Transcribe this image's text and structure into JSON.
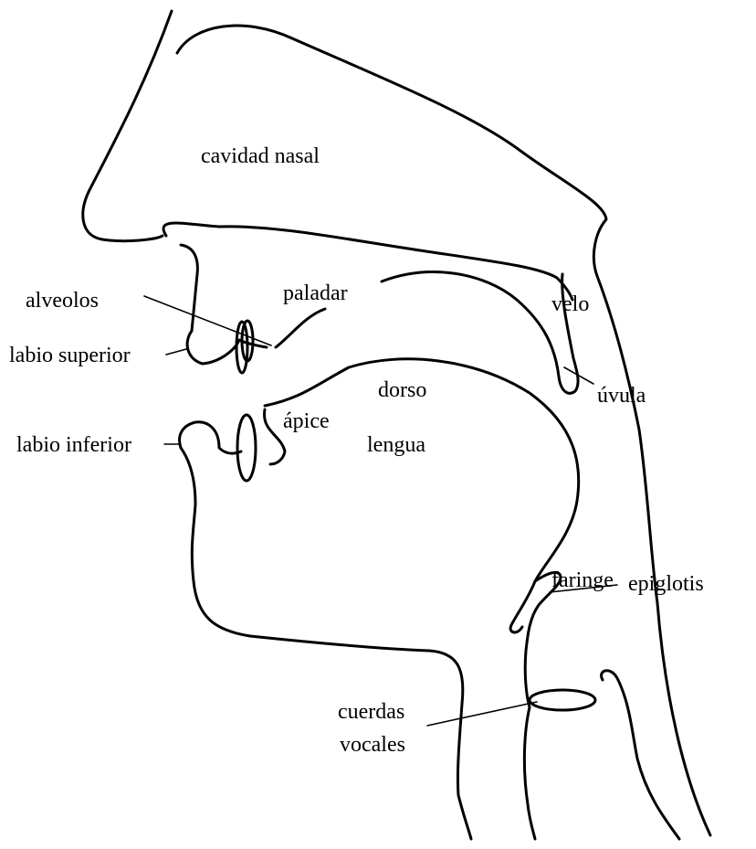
{
  "labels": {
    "cavidad_nasal": "cavidad nasal",
    "alveolos": "alveolos",
    "paladar": "paladar",
    "velo": "velo",
    "labio_superior": "labio superior",
    "dorso": "dorso",
    "uvula": "úvula",
    "apice": "ápice",
    "labio_inferior": "labio inferior",
    "lengua": "lengua",
    "faringe": "faringe",
    "epiglotis": "epiglotis",
    "cuerdas": "cuerdas",
    "vocales": "vocales"
  },
  "colors": {
    "stroke": "#000000",
    "background": "#ffffff"
  }
}
